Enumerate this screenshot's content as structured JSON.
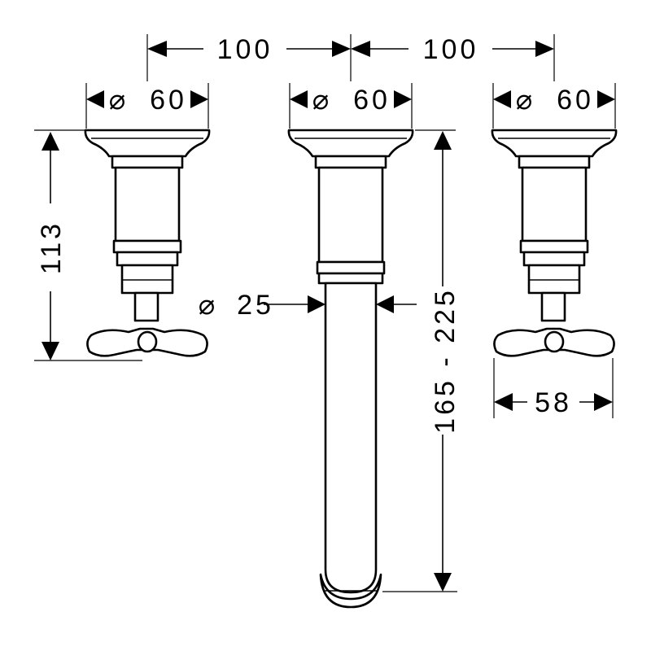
{
  "dimensions": {
    "spacing_left": "100",
    "spacing_right": "100",
    "left_handle_diameter": "60",
    "spout_diameter": "60",
    "right_handle_diameter": "60",
    "diameter_symbol": "⌀",
    "handle_height": "113",
    "spout_pipe_diameter": "25",
    "spout_length": "165 - 225",
    "handle_width": "58"
  }
}
